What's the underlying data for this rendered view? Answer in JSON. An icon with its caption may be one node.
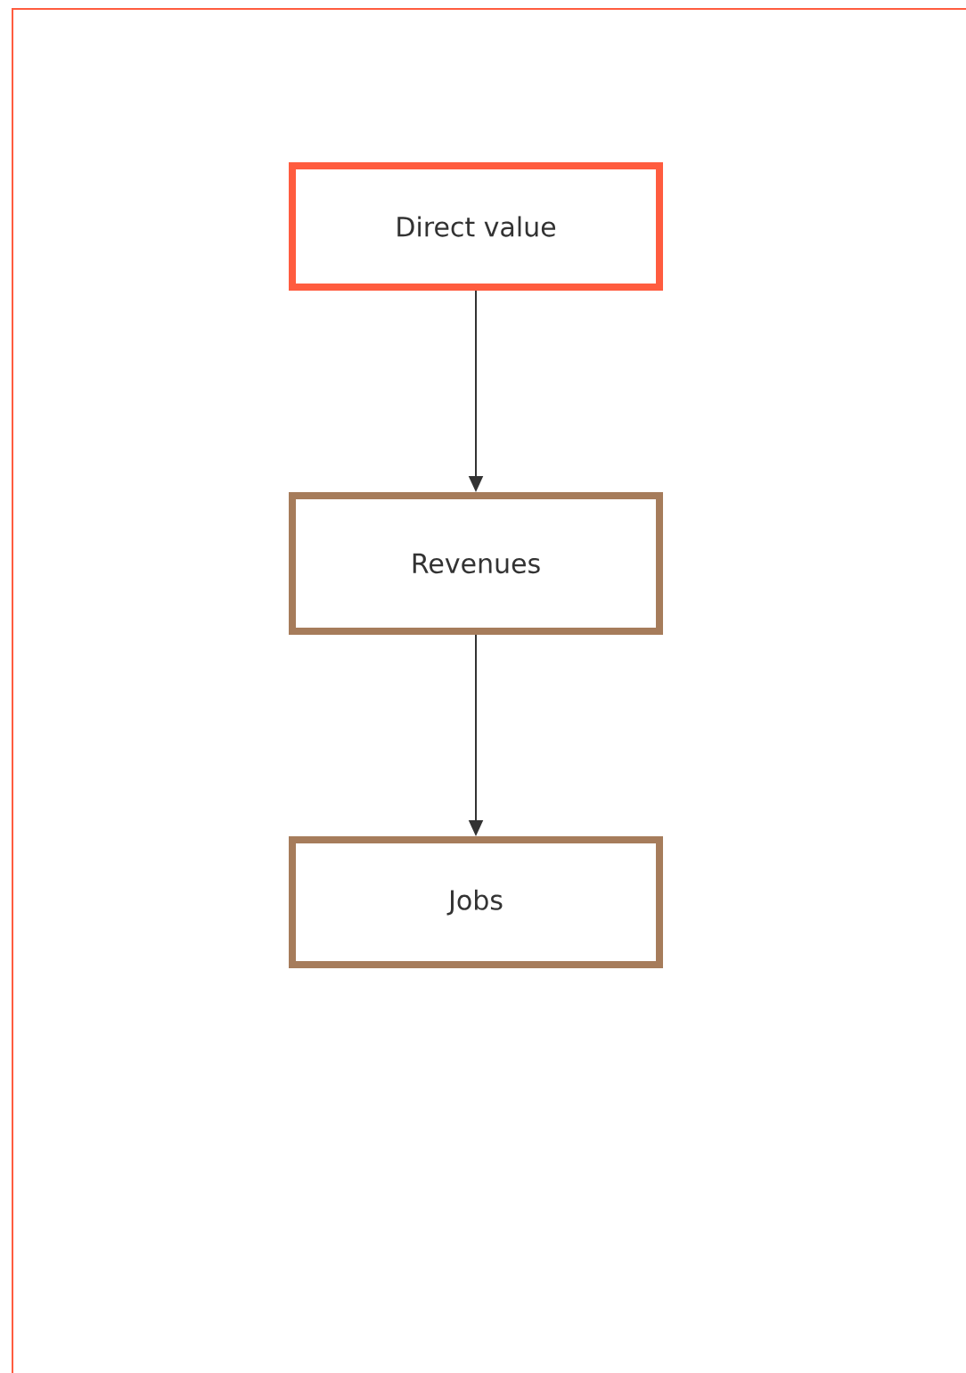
{
  "diagram": {
    "nodes": [
      {
        "text": [
          "Direct value"
        ]
      },
      {
        "text": [
          "Revenues"
        ]
      },
      {
        "text": [
          "Jobs"
        ]
      }
    ],
    "edges": [
      {
        "from": 0,
        "to": 1,
        "arrow": "to"
      },
      {
        "from": 1,
        "to": 2,
        "arrow": "to"
      }
    ]
  }
}
